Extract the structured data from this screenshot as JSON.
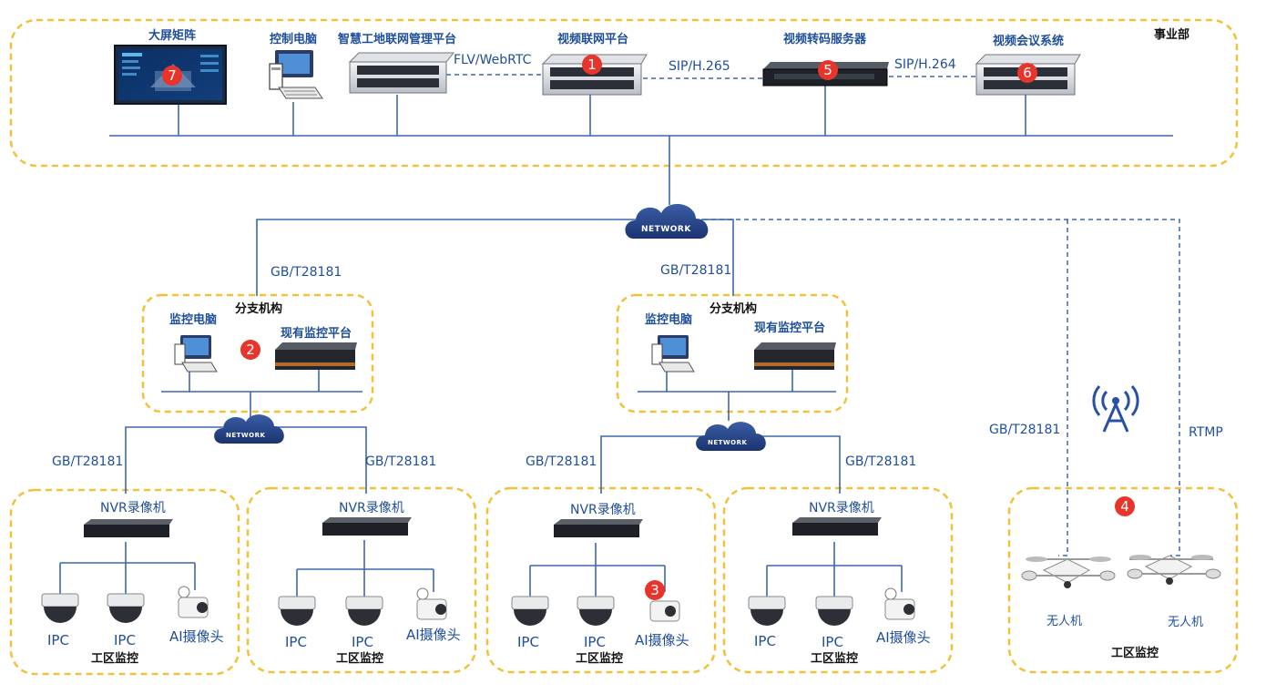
{
  "hq": {
    "label": "事业部",
    "devices": {
      "big_screen": "大屏矩阵",
      "control_pc": "控制电脑",
      "iot_platform": "智慧工地联网管理平台",
      "video_platform": "视频联网平台",
      "transcoder": "视频转码服务器",
      "conference": "视频会议系统"
    },
    "protocols": {
      "flv": "FLV/WebRTC",
      "sip265": "SIP/H.265",
      "sip264": "SIP/H.264"
    }
  },
  "network_label": "NETWORK",
  "branch": {
    "label": "分支机构",
    "monitor_pc": "监控电脑",
    "existing_platform": "现有监控平台"
  },
  "protocol_gb": "GB/T28181",
  "protocol_rtmp": "RTMP",
  "site": {
    "nvr": "NVR录像机",
    "ipc": "IPC",
    "ai_camera": "AI摄像头",
    "label": "工区监控"
  },
  "drone": "无人机",
  "badges": [
    "1",
    "2",
    "3",
    "4",
    "5",
    "6",
    "7"
  ],
  "colors": {
    "box_border": "#f2c13a",
    "line": "#3d67b0",
    "badge": "#e8352b",
    "text": "#1f4e9a"
  }
}
